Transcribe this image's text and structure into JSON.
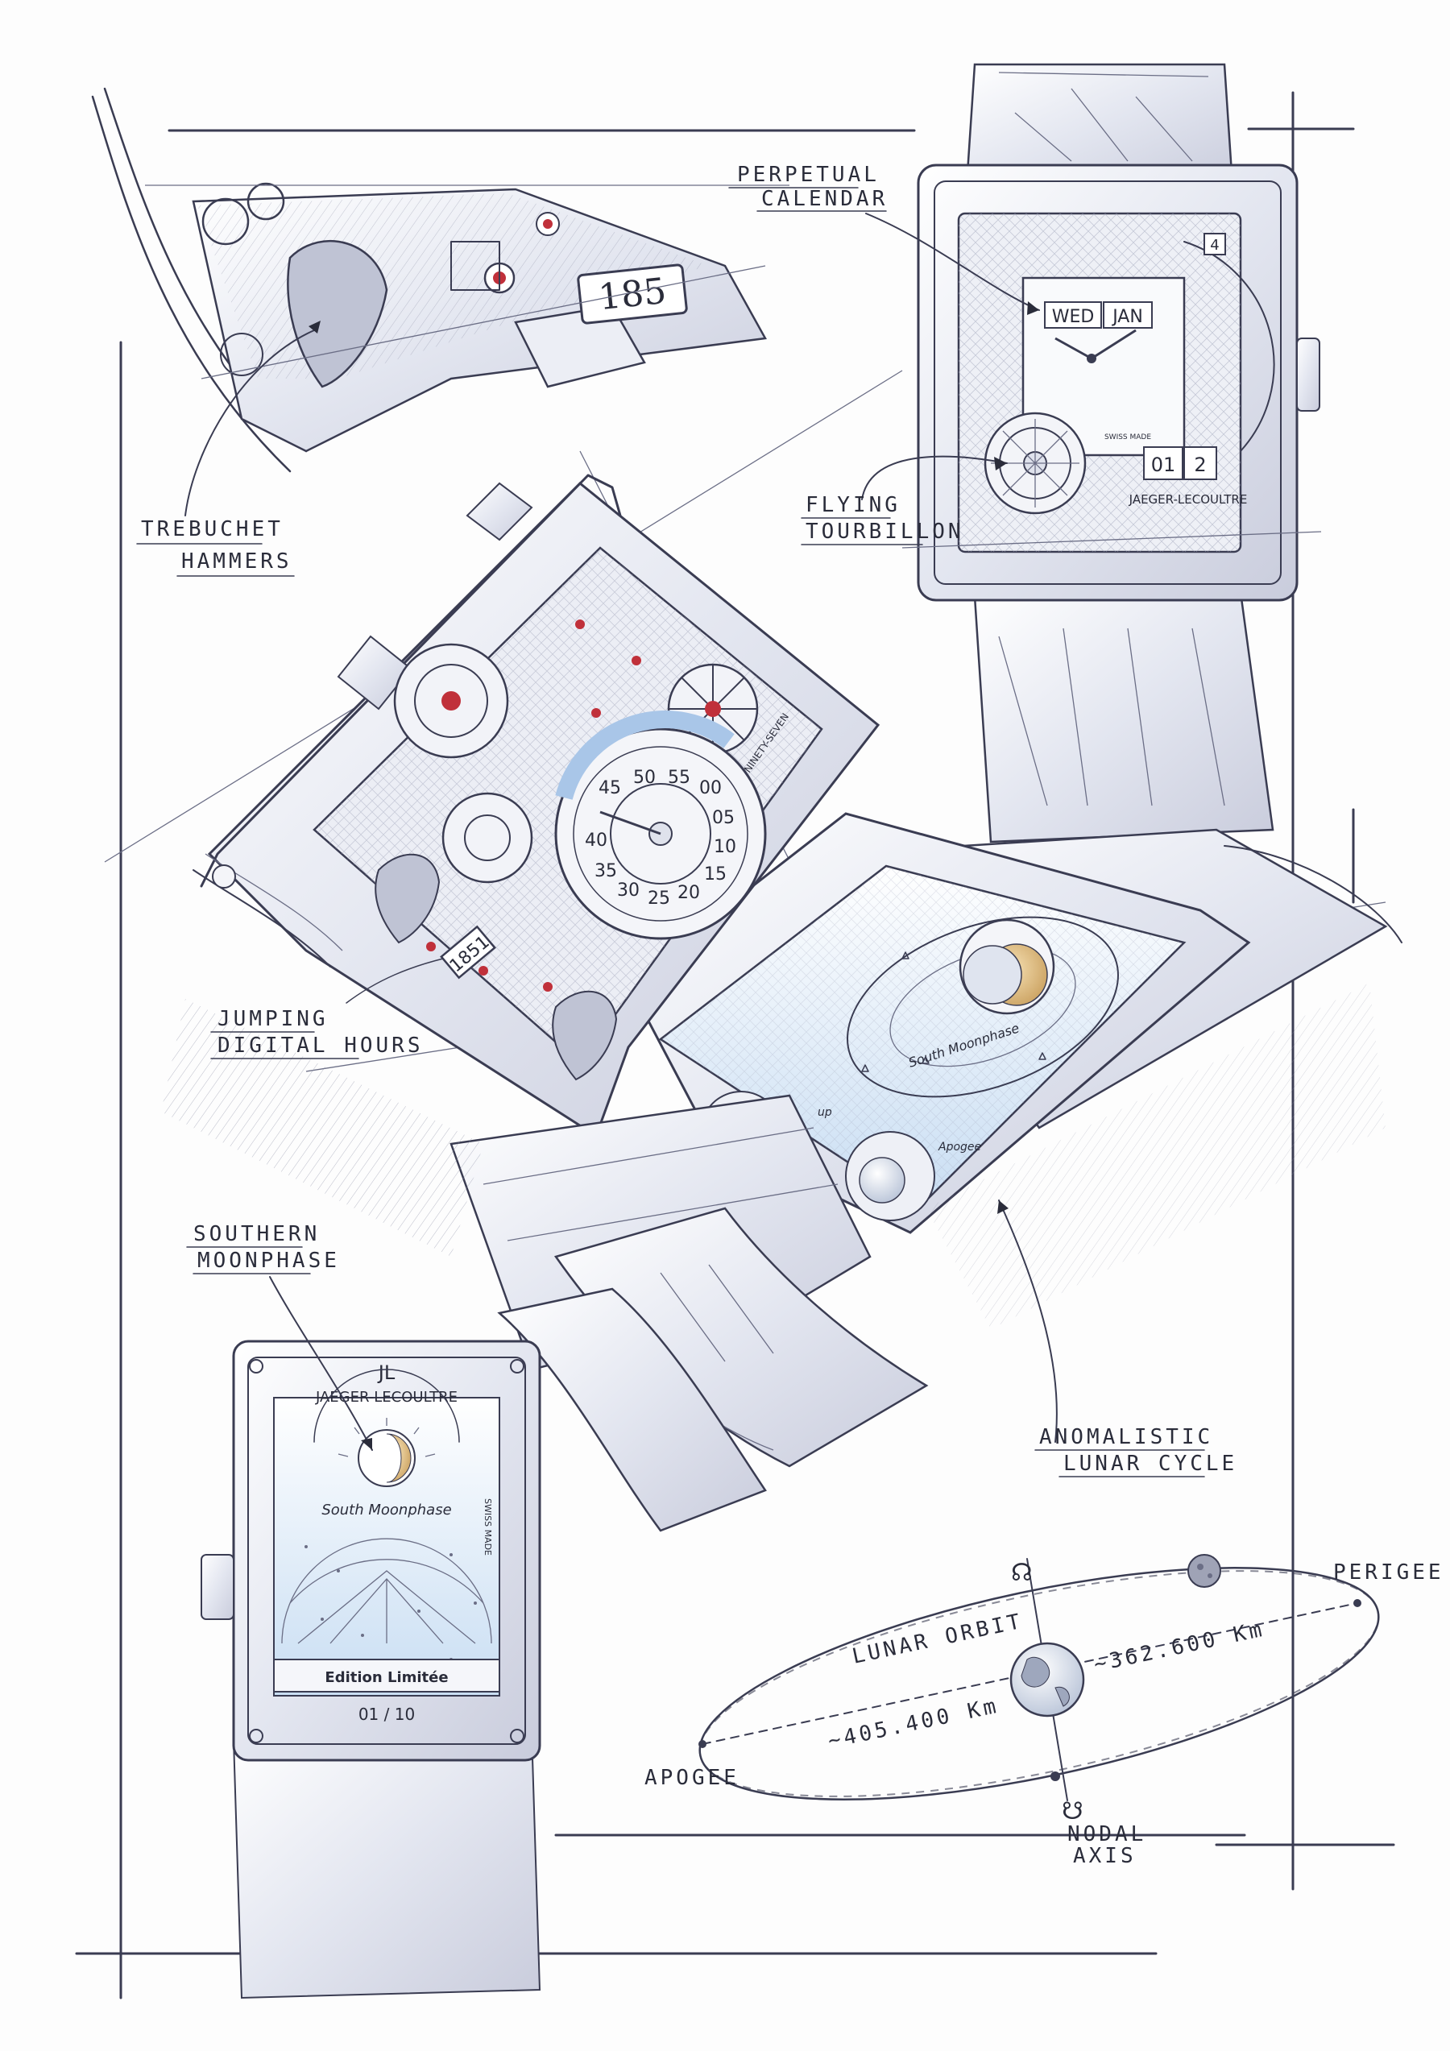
{
  "callouts": {
    "trebuchet": [
      "TREBUCHET",
      "HAMMERS"
    ],
    "perpetual": [
      "PERPETUAL",
      "CALENDAR"
    ],
    "tourbillon": [
      "FLYING",
      "TOURBILLON"
    ],
    "jumping": [
      "JUMPING",
      "DIGITAL HOURS"
    ],
    "southern": [
      "SOUTHERN",
      "MOONPHASE"
    ],
    "anomalistic": [
      "ANOMALISTIC",
      "LUNAR CYCLE"
    ]
  },
  "dial_text": {
    "hour_window_top": "185",
    "hour_window_main": "1851",
    "calendar_day": "WED",
    "calendar_month": "JAN",
    "calendar_date": "01",
    "date_digit": "2",
    "small_date": "4",
    "brand_right": "JAEGER-LECOULTRE",
    "brand_front": "JAEGER-LECOULTRE",
    "logo_mark": "JL",
    "swiss_made": "SWISS MADE",
    "south_moonphase": "South Moonphase",
    "edition": "Edition Limitée",
    "edition_number": "01 / 10",
    "ninety_seven": "NINETY-SEVEN",
    "moonphase_small": "South Moonphase",
    "apogee_small": "Apogee",
    "up_small": "up",
    "minute_numbers": [
      "45",
      "50",
      "55",
      "00",
      "05",
      "10",
      "15",
      "20",
      "25",
      "30",
      "35",
      "40"
    ]
  },
  "orbit": {
    "lunar_orbit": "LUNAR ORBIT",
    "perigee": "PERIGEE",
    "apogee": "APOGEE",
    "nodal": [
      "NODAL",
      "AXIS"
    ],
    "perigee_distance": "~362.600 Km",
    "apogee_distance": "~405.400 Km",
    "ascending_symbol": "☊",
    "descending_symbol": "☋"
  },
  "colors": {
    "ink": "#3a3c52",
    "blue_wash": "#cfe0f2",
    "ruby": "#c0303a",
    "paper": "#fdfdfd"
  }
}
